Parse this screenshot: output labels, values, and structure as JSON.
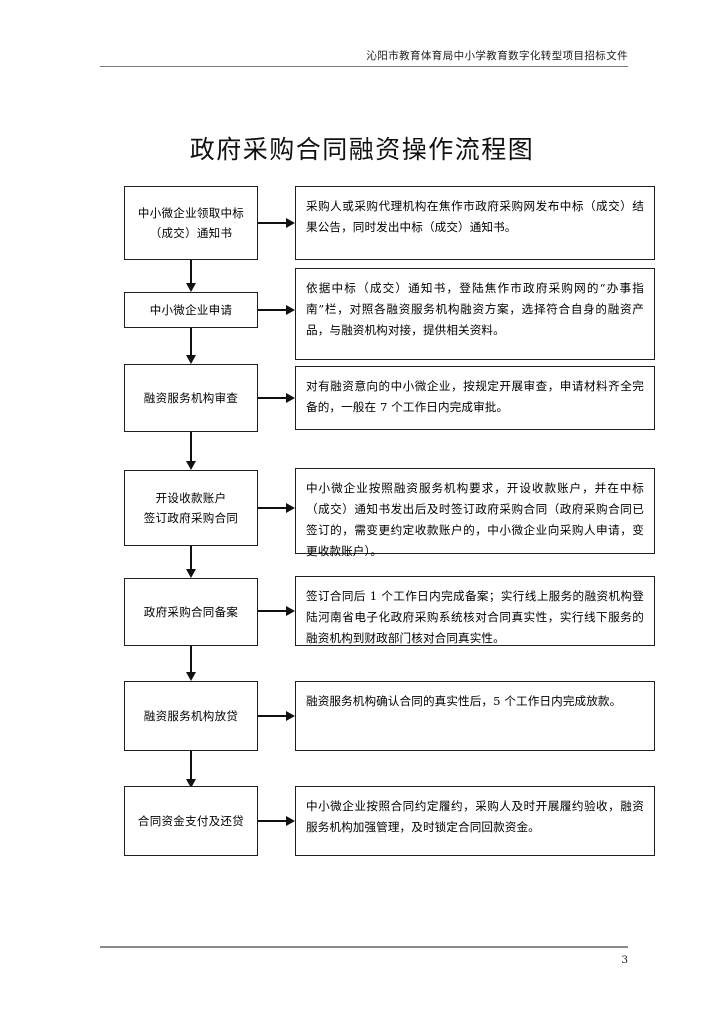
{
  "header": {
    "text": "沁阳市教育体育局中小学教育数字化转型项目招标文件"
  },
  "title": "政府采购合同融资操作流程图",
  "flow": {
    "type": "flowchart",
    "orientation": "vertical-steps-with-descriptions",
    "steps": [
      {
        "step": "中小微企业领取中标（成交）通知书",
        "description": "采购人或采购代理机构在焦作市政府采购网发布中标（成交）结果公告，同时发出中标（成交）通知书。"
      },
      {
        "step": "中小微企业申请",
        "description": "依据中标（成交）通知书，登陆焦作市政府采购网的“办事指南”栏，对照各融资服务机构融资方案，选择符合自身的融资产品，与融资机构对接，提供相关资料。"
      },
      {
        "step": "融资服务机构审查",
        "description": "对有融资意向的中小微企业，按规定开展审查，申请材料齐全完备的，一般在 7 个工作日内完成审批。"
      },
      {
        "step": "开设收款账户\n签订政府采购合同",
        "description": "中小微企业按照融资服务机构要求，开设收款账户，并在中标（成交）通知书发出后及时签订政府采购合同（政府采购合同已签订的，需变更约定收款账户的，中小微企业向采购人申请，变更收款账户）。"
      },
      {
        "step": "政府采购合同备案",
        "description": "签订合同后 1 个工作日内完成备案；实行线上服务的融资机构登陆河南省电子化政府采购系统核对合同真实性，实行线下服务的融资机构到财政部门核对合同真实性。"
      },
      {
        "step": "融资服务机构放贷",
        "description": "融资服务机构确认合同的真实性后，5 个工作日内完成放款。"
      },
      {
        "step": "合同资金支付及还贷",
        "description": "中小微企业按照合同约定履约，采购人及时开展履约验收，融资服务机构加强管理，及时锁定合同回款资金。"
      }
    ]
  },
  "footer": {
    "page_number": "3"
  },
  "colors": {
    "text": "#000000",
    "rule": "#7a7a7a",
    "box_border": "#1f1f1f",
    "background": "#ffffff"
  }
}
